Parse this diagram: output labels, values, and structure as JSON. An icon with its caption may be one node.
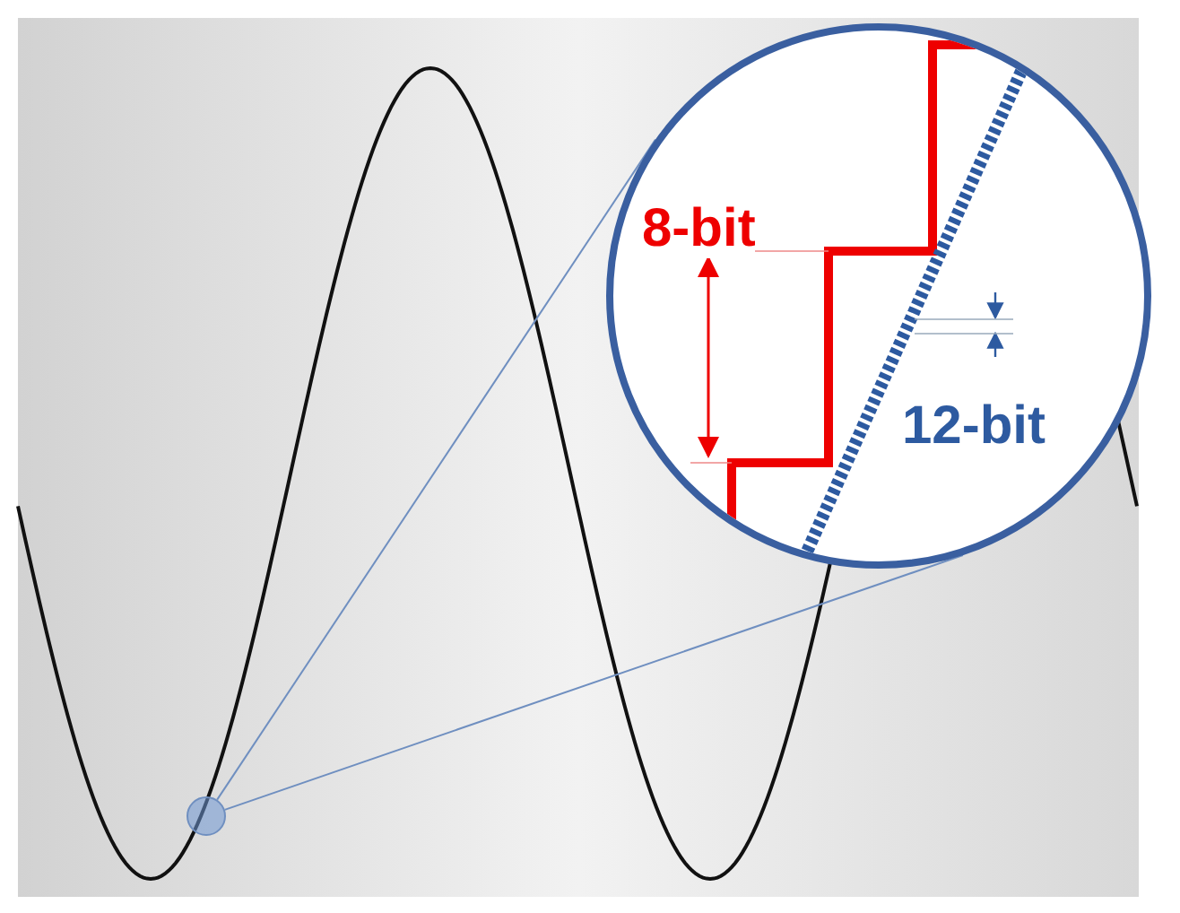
{
  "diagram": {
    "nodes": [
      {
        "text": [],
        "shape": "circle"
      },
      {
        "text": [
          "8-bit",
          "12-bit"
        ]
      }
    ],
    "edges": [
      {
        "from": 0,
        "to": 1,
        "arrow": "none"
      },
      {
        "from": 0,
        "to": 1,
        "arrow": "none"
      }
    ]
  }
}
